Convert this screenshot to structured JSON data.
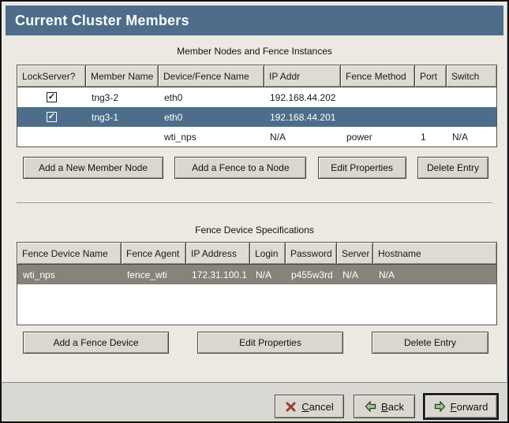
{
  "window": {
    "title": "Current Cluster Members"
  },
  "colors": {
    "titlebar_blue": "#4d6d8b",
    "selection_blue": "#4d6d8b",
    "selection_gray": "#86837a",
    "button_face": "#dad7d0",
    "content_bg": "#ece9e2"
  },
  "member_section": {
    "label": "Member Nodes and Fence Instances",
    "columns": [
      "LockServer?",
      "Member Name",
      "Device/Fence Name",
      "IP Addr",
      "Fence Method",
      "Port",
      "Switch"
    ],
    "rows": [
      {
        "lockserver": "checked",
        "member_name": "tng3-2",
        "device_fence_name": "eth0",
        "ip_addr": "192.168.44.202",
        "fence_method": "",
        "port": "",
        "switch": "",
        "selected": false
      },
      {
        "lockserver": "checked",
        "member_name": "tng3-1",
        "device_fence_name": "eth0",
        "ip_addr": "192.168.44.201",
        "fence_method": "",
        "port": "",
        "switch": "",
        "selected": true
      },
      {
        "lockserver": "",
        "member_name": "",
        "device_fence_name": "wti_nps",
        "ip_addr": "N/A",
        "fence_method": "power",
        "port": "1",
        "switch": "N/A",
        "selected": false
      }
    ],
    "buttons": [
      "Add a New Member Node",
      "Add a Fence to a Node",
      "Edit Properties",
      "Delete Entry"
    ]
  },
  "fence_section": {
    "label": "Fence Device Specifications",
    "columns": [
      "Fence Device Name",
      "Fence Agent",
      "IP Address",
      "Login",
      "Password",
      "Server",
      "Hostname"
    ],
    "rows": [
      {
        "fence_device_name": "wti_nps",
        "fence_agent": "fence_wti",
        "ip_address": "172.31.100.1",
        "login": "N/A",
        "password": "p455w3rd",
        "server": "N/A",
        "hostname": "N/A",
        "selected": true
      }
    ],
    "buttons": [
      "Add a Fence Device",
      "Edit Properties",
      "Delete Entry"
    ]
  },
  "footer": {
    "cancel": {
      "mnemonic": "C",
      "rest": "ancel"
    },
    "back": {
      "mnemonic": "B",
      "rest": "ack"
    },
    "forward": {
      "mnemonic": "F",
      "rest": "orward"
    }
  },
  "icons": {
    "cancel": "red-x-icon",
    "back": "green-arrow-left-icon",
    "forward": "green-arrow-right-icon",
    "lockserver": "checkbox-checked-icon"
  }
}
